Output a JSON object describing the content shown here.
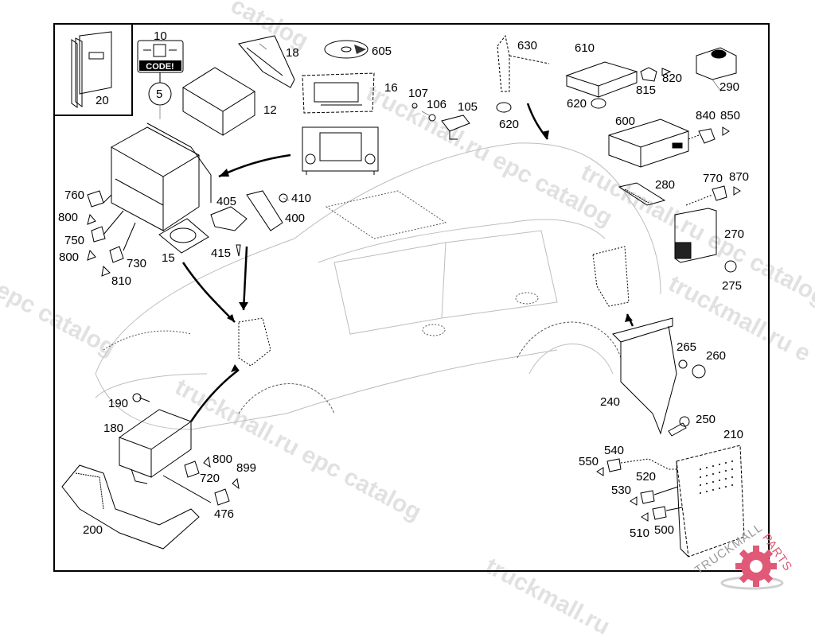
{
  "diagram": {
    "title": "Audio / navigation / communication components — parts diagram",
    "callouts": [
      {
        "id": "p20",
        "label": "20"
      },
      {
        "id": "p10",
        "label": "10"
      },
      {
        "id": "p5",
        "label": "5"
      },
      {
        "id": "p18",
        "label": "18"
      },
      {
        "id": "p12",
        "label": "12"
      },
      {
        "id": "p605",
        "label": "605"
      },
      {
        "id": "p16",
        "label": "16"
      },
      {
        "id": "p107",
        "label": "107"
      },
      {
        "id": "p106",
        "label": "106"
      },
      {
        "id": "p105",
        "label": "105"
      },
      {
        "id": "p630",
        "label": "630"
      },
      {
        "id": "p620a",
        "label": "620"
      },
      {
        "id": "p610",
        "label": "610"
      },
      {
        "id": "p815",
        "label": "815"
      },
      {
        "id": "p820",
        "label": "820"
      },
      {
        "id": "p620b",
        "label": "620"
      },
      {
        "id": "p290",
        "label": "290"
      },
      {
        "id": "p600",
        "label": "600"
      },
      {
        "id": "p840",
        "label": "840"
      },
      {
        "id": "p850",
        "label": "850"
      },
      {
        "id": "p280",
        "label": "280"
      },
      {
        "id": "p770",
        "label": "770"
      },
      {
        "id": "p870",
        "label": "870"
      },
      {
        "id": "p270",
        "label": "270"
      },
      {
        "id": "p275",
        "label": "275"
      },
      {
        "id": "p760",
        "label": "760"
      },
      {
        "id": "p800a",
        "label": "800"
      },
      {
        "id": "p750",
        "label": "750"
      },
      {
        "id": "p800b",
        "label": "800"
      },
      {
        "id": "p730",
        "label": "730"
      },
      {
        "id": "p810",
        "label": "810"
      },
      {
        "id": "p15",
        "label": "15"
      },
      {
        "id": "p405",
        "label": "405"
      },
      {
        "id": "p410",
        "label": "410"
      },
      {
        "id": "p400",
        "label": "400"
      },
      {
        "id": "p415",
        "label": "415"
      },
      {
        "id": "p265",
        "label": "265"
      },
      {
        "id": "p260",
        "label": "260"
      },
      {
        "id": "p240",
        "label": "240"
      },
      {
        "id": "p250",
        "label": "250"
      },
      {
        "id": "p210",
        "label": "210"
      },
      {
        "id": "p190",
        "label": "190"
      },
      {
        "id": "p180",
        "label": "180"
      },
      {
        "id": "p800c",
        "label": "800"
      },
      {
        "id": "p899",
        "label": "899"
      },
      {
        "id": "p720",
        "label": "720"
      },
      {
        "id": "p476",
        "label": "476"
      },
      {
        "id": "p200",
        "label": "200"
      },
      {
        "id": "p540",
        "label": "540"
      },
      {
        "id": "p550",
        "label": "550"
      },
      {
        "id": "p520",
        "label": "520"
      },
      {
        "id": "p530",
        "label": "530"
      },
      {
        "id": "p510",
        "label": "510"
      },
      {
        "id": "p500",
        "label": "500"
      }
    ],
    "code_badge": {
      "text": "CODE!",
      "digit": "5"
    }
  },
  "watermarks": [
    "catalog",
    "truckmall.ru epc catalog",
    "truckmall.ru epc catalog",
    "l epc catalog",
    "truckmall.ru epc catalog",
    "truckmall.ru",
    "truckmall.ru e"
  ],
  "logo": {
    "brand_left": "TRUCKMALL",
    "brand_right": "PARTS",
    "color": "#e05a78"
  }
}
